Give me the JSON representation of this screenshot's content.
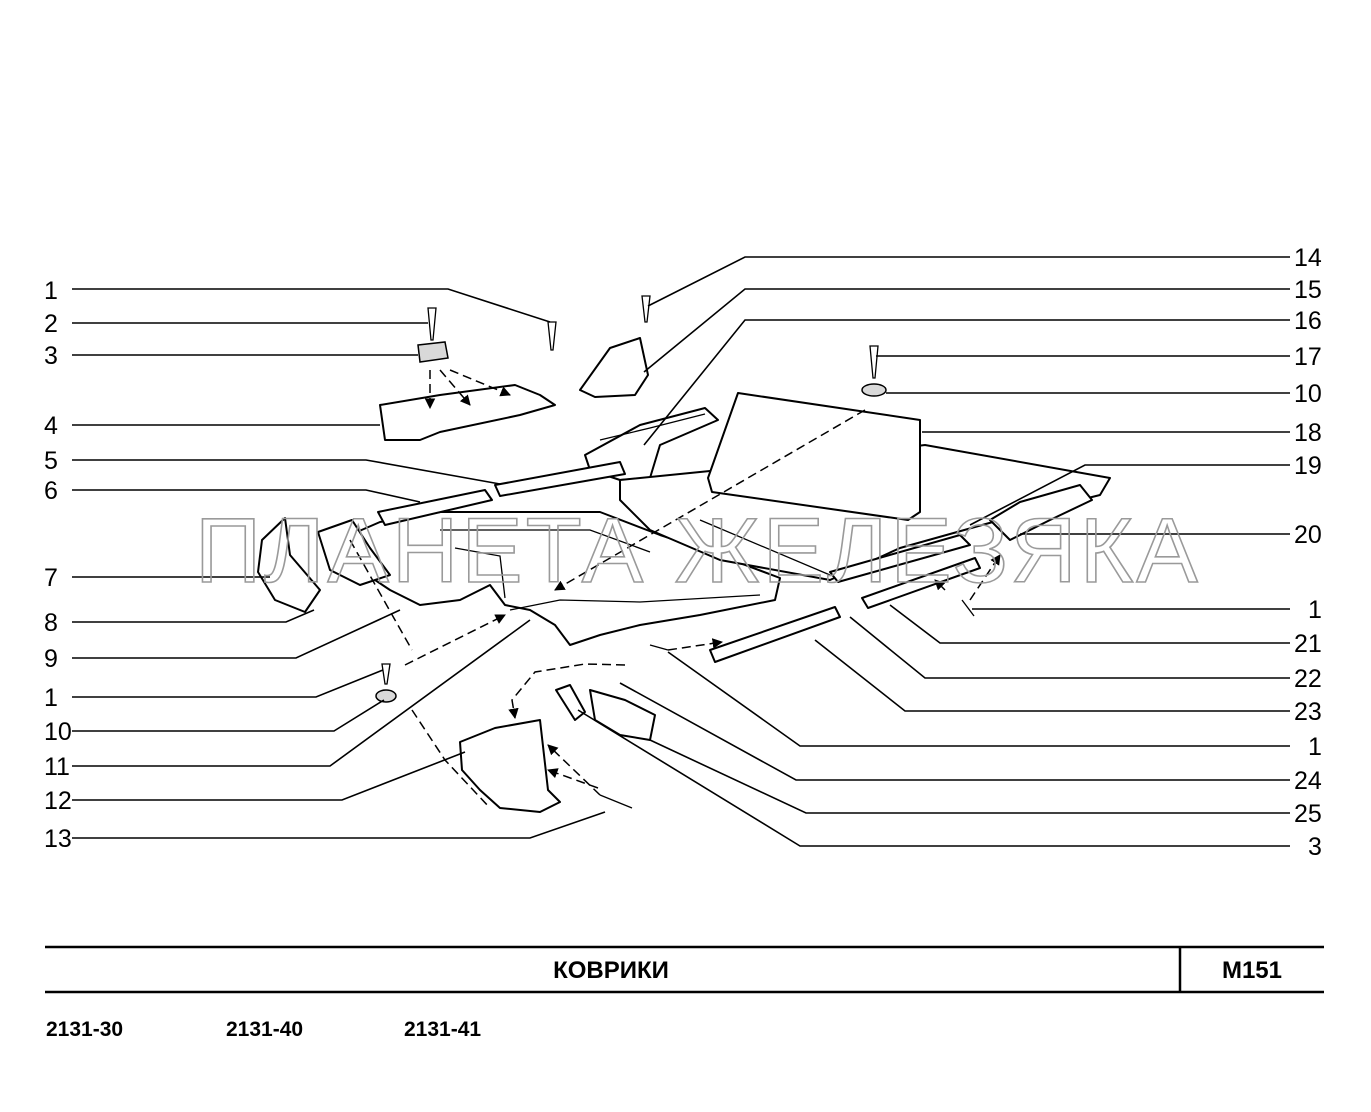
{
  "title": "КОВРИКИ",
  "page_code": "М151",
  "models": [
    "2131-30",
    "2131-40",
    "2131-41"
  ],
  "watermark": "ПЛАНЕТА ЖЕЛЕЗЯКА",
  "callouts_left": [
    "1",
    "2",
    "3",
    "4",
    "5",
    "6",
    "7",
    "8",
    "9",
    "1",
    "10",
    "11",
    "12",
    "13"
  ],
  "callouts_right": [
    "14",
    "15",
    "16",
    "17",
    "10",
    "18",
    "19",
    "20",
    "1",
    "21",
    "22",
    "23",
    "1",
    "24",
    "25",
    "3"
  ]
}
